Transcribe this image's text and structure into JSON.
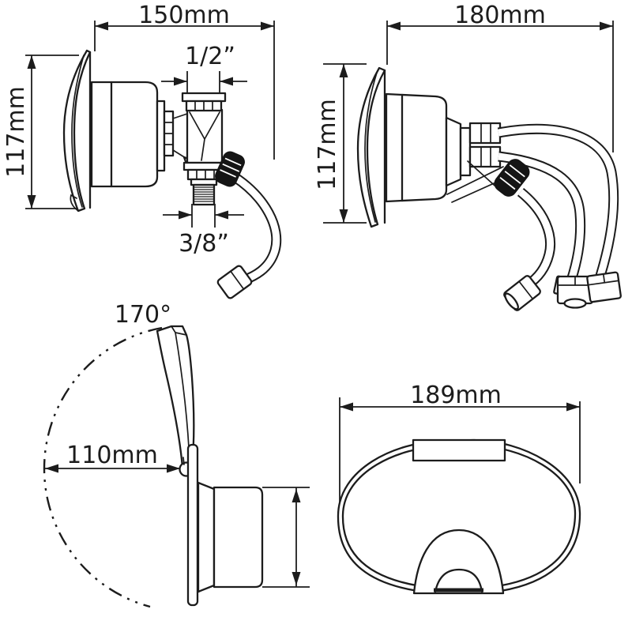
{
  "page": {
    "background": "#ffffff",
    "line_color": "#1c1c1c"
  },
  "views": {
    "side_valve": {
      "width_label": "150mm",
      "height_label": "117mm",
      "top_thread_label": "1/2”",
      "bottom_thread_label": "3/8”"
    },
    "side_hoses": {
      "width_label": "180mm",
      "height_label": "117mm"
    },
    "lid_open": {
      "angle_label": "170°",
      "reach_label": "110mm"
    },
    "front_cover": {
      "width_label": "189mm"
    }
  }
}
